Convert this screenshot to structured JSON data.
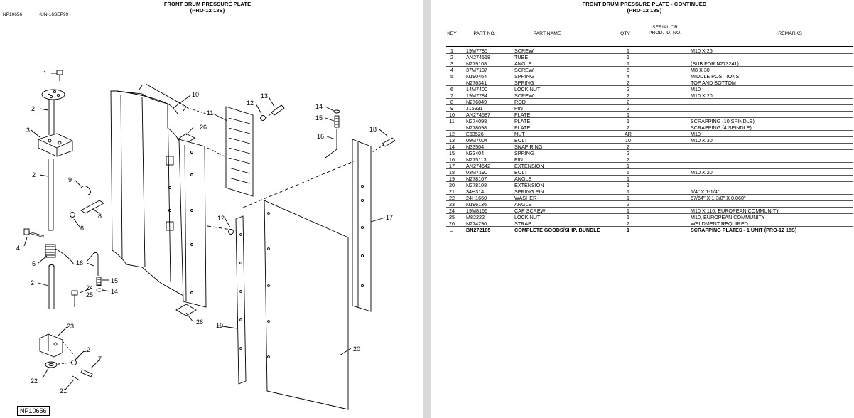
{
  "left_page": {
    "title": [
      "FRONT DRUM PRESSURE PLATE",
      "(PRO-12 18S)"
    ],
    "image_id": "NP10656",
    "image_code": "-UN-16SEP99",
    "figure_tag": "NP10656",
    "callouts": [
      "1",
      "2",
      "3",
      "2",
      "9",
      "8",
      "6",
      "4",
      "5",
      "16",
      "15",
      "24",
      "25",
      "14",
      "2",
      "23",
      "12",
      "7",
      "22",
      "21",
      "10",
      "26",
      "11",
      "12",
      "13",
      "14",
      "15",
      "16",
      "18",
      "17",
      "12",
      "19",
      "26",
      "20"
    ]
  },
  "right_page": {
    "title": [
      "FRONT DRUM PRESSURE PLATE - CONTINUED",
      "(PRO-12 18S)"
    ],
    "columns": {
      "key": "KEY",
      "part_no": "PART NO.",
      "part_name": "PART NAME",
      "qty": "QTY",
      "serial": [
        "SERIAL OR",
        "PROD. ID. NO."
      ],
      "remarks": "REMARKS"
    },
    "rows": [
      {
        "key": "1",
        "part": "19M7785",
        "name": "SCREW",
        "qty": "1",
        "remarks": "M10 X 25"
      },
      {
        "key": "2",
        "part": "AN274518",
        "name": "TUBE",
        "qty": "1",
        "remarks": ""
      },
      {
        "key": "3",
        "part": "N279108",
        "name": "ANGLE",
        "qty": "1",
        "remarks": "(SUB FOR N273241)"
      },
      {
        "key": "4",
        "part": "37M7137",
        "name": "SCREW",
        "qty": "6",
        "remarks": "M8 X 30"
      },
      {
        "key": "5",
        "part": "N190464",
        "name": "SPRING",
        "qty": "4",
        "remarks": "MIDDLE POSITIONS"
      },
      {
        "key": "",
        "part": "N276341",
        "name": "SPRING",
        "qty": "2",
        "remarks": "TOP AND BOTTOM"
      },
      {
        "key": "6",
        "part": "14M7400",
        "name": "LOCK NUT",
        "qty": "2",
        "remarks": "M10"
      },
      {
        "key": "7",
        "part": "19M7784",
        "name": "SCREW",
        "qty": "2",
        "remarks": "M10 X 20"
      },
      {
        "key": "8",
        "part": "N276049",
        "name": "ROD",
        "qty": "2",
        "remarks": ""
      },
      {
        "key": "9",
        "part": "J16931",
        "name": "PIN",
        "qty": "2",
        "remarks": ""
      },
      {
        "key": "10",
        "part": "AN274587",
        "name": "PLATE",
        "qty": "1",
        "remarks": ""
      },
      {
        "key": "11",
        "part": "N274098",
        "name": "PLATE",
        "qty": "1",
        "remarks": "SCRAPPING (10 SPINDLE)"
      },
      {
        "key": "",
        "part": "N278098",
        "name": "PLATE",
        "qty": "2",
        "remarks": "SCRAPPING (4 SPINDLE)"
      },
      {
        "key": "12",
        "part": "E63526",
        "name": "NUT",
        "qty": "AR",
        "remarks": "M10"
      },
      {
        "key": "13",
        "part": "09M7004",
        "name": "BOLT",
        "qty": "10",
        "remarks": "M10 X 30"
      },
      {
        "key": "14",
        "part": "N33504",
        "name": "SNAP RING",
        "qty": "2",
        "remarks": ""
      },
      {
        "key": "15",
        "part": "N33404",
        "name": "SPRING",
        "qty": "2",
        "remarks": ""
      },
      {
        "key": "16",
        "part": "N275113",
        "name": "PIN",
        "qty": "2",
        "remarks": ""
      },
      {
        "key": "17",
        "part": "AN274542",
        "name": "EXTENSION",
        "qty": "1",
        "remarks": ""
      },
      {
        "key": "18",
        "part": "03M7190",
        "name": "BOLT",
        "qty": "6",
        "remarks": "M10 X 20"
      },
      {
        "key": "19",
        "part": "N278107",
        "name": "ANGLE",
        "qty": "1",
        "remarks": ""
      },
      {
        "key": "20",
        "part": "N278108",
        "name": "EXTENSION",
        "qty": "1",
        "remarks": ""
      },
      {
        "key": "21",
        "part": "34H314",
        "name": "SPRING PIN",
        "qty": "1",
        "remarks": "1/4\" X 1-1/4\""
      },
      {
        "key": "22",
        "part": "24H1660",
        "name": "WASHER",
        "qty": "1",
        "remarks": "57/64\" X 1-3/8\" X 0.060\""
      },
      {
        "key": "23",
        "part": "N196136",
        "name": "ANGLE",
        "qty": "2",
        "remarks": ""
      },
      {
        "key": "24",
        "part": "19M8166",
        "name": "CAP SCREW",
        "qty": "1",
        "remarks": "M10 X 110, EUROPEAN COMMUNITY"
      },
      {
        "key": "25",
        "part": "M82222",
        "name": "LOCK NUT",
        "qty": "1",
        "remarks": "M10, EUROPEAN COMMUNITY"
      },
      {
        "key": "26",
        "part": "N274290",
        "name": "STRAP",
        "qty": "2",
        "remarks": "WELDMENT REQUIRED"
      },
      {
        "key": "..",
        "part": "BN272185",
        "name": "COMPLETE GOODS/SHIP. BUNDLE",
        "qty": "1",
        "remarks": "SCRAPPING PLATES - 1 UNIT (PRO-12 18S)",
        "bold": true
      }
    ]
  }
}
